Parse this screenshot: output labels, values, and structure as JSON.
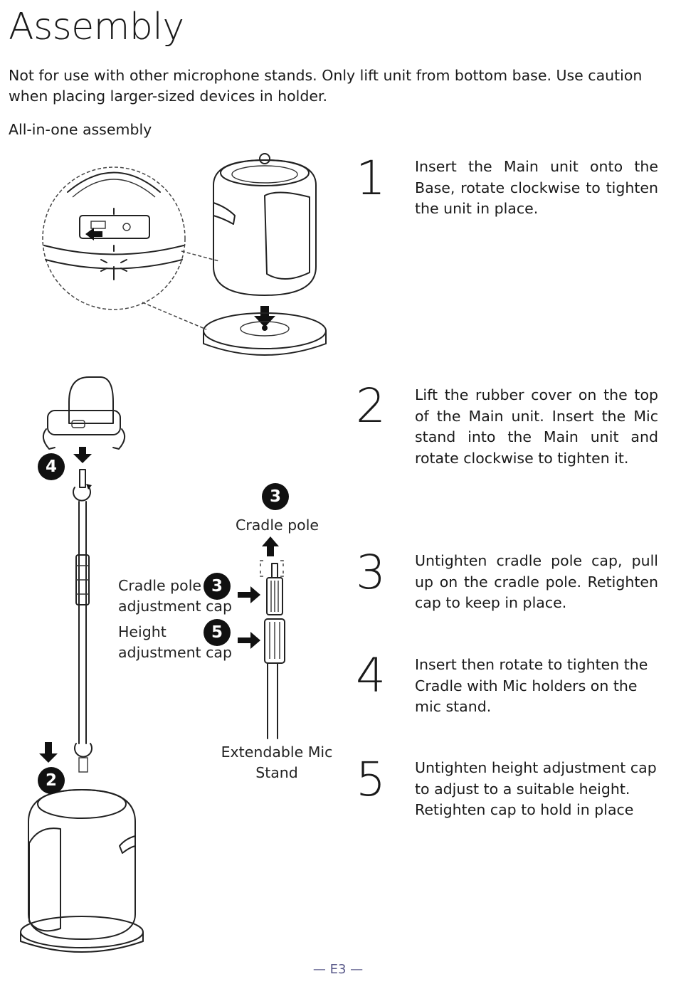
{
  "page": {
    "title": "Assembly",
    "intro": "Not for use with other microphone stands. Only lift unit from bottom base. Use caution when placing larger-sized devices in holder.",
    "subhead": "All-in-one assembly",
    "footer": "— E3 —"
  },
  "steps": [
    {
      "number": "1",
      "text": "Insert the Main unit onto the Base, rotate clockwise to tighten the unit in place."
    },
    {
      "number": "2",
      "text": "Lift the rubber cover on the top of the Main unit. Insert the Mic stand into the Main unit and rotate clockwise to tighten it."
    },
    {
      "number": "3",
      "text": "Untighten cradle pole cap, pull up on the cradle pole. Retighten cap to keep in place."
    },
    {
      "number": "4",
      "text": "Insert then rotate to tighten the Cradle with Mic holders on the mic stand."
    },
    {
      "number": "5",
      "text": "Untighten height adjustment cap to adjust to a suitable height. Retighten cap to hold in place"
    }
  ],
  "figure": {
    "badge_cradle": "4",
    "badge_base": "2",
    "badge_pole_top": "3",
    "badge_cradle_cap": "3",
    "badge_height_cap": "5",
    "label_cradle_pole": "Cradle pole",
    "label_cradle_cap_1": "Cradle pole",
    "label_cradle_cap_2": "adjustment cap",
    "label_height_cap_1": "Height",
    "label_height_cap_2": "adjustment cap",
    "label_stand_1": "Extendable Mic",
    "label_stand_2": "Stand"
  }
}
